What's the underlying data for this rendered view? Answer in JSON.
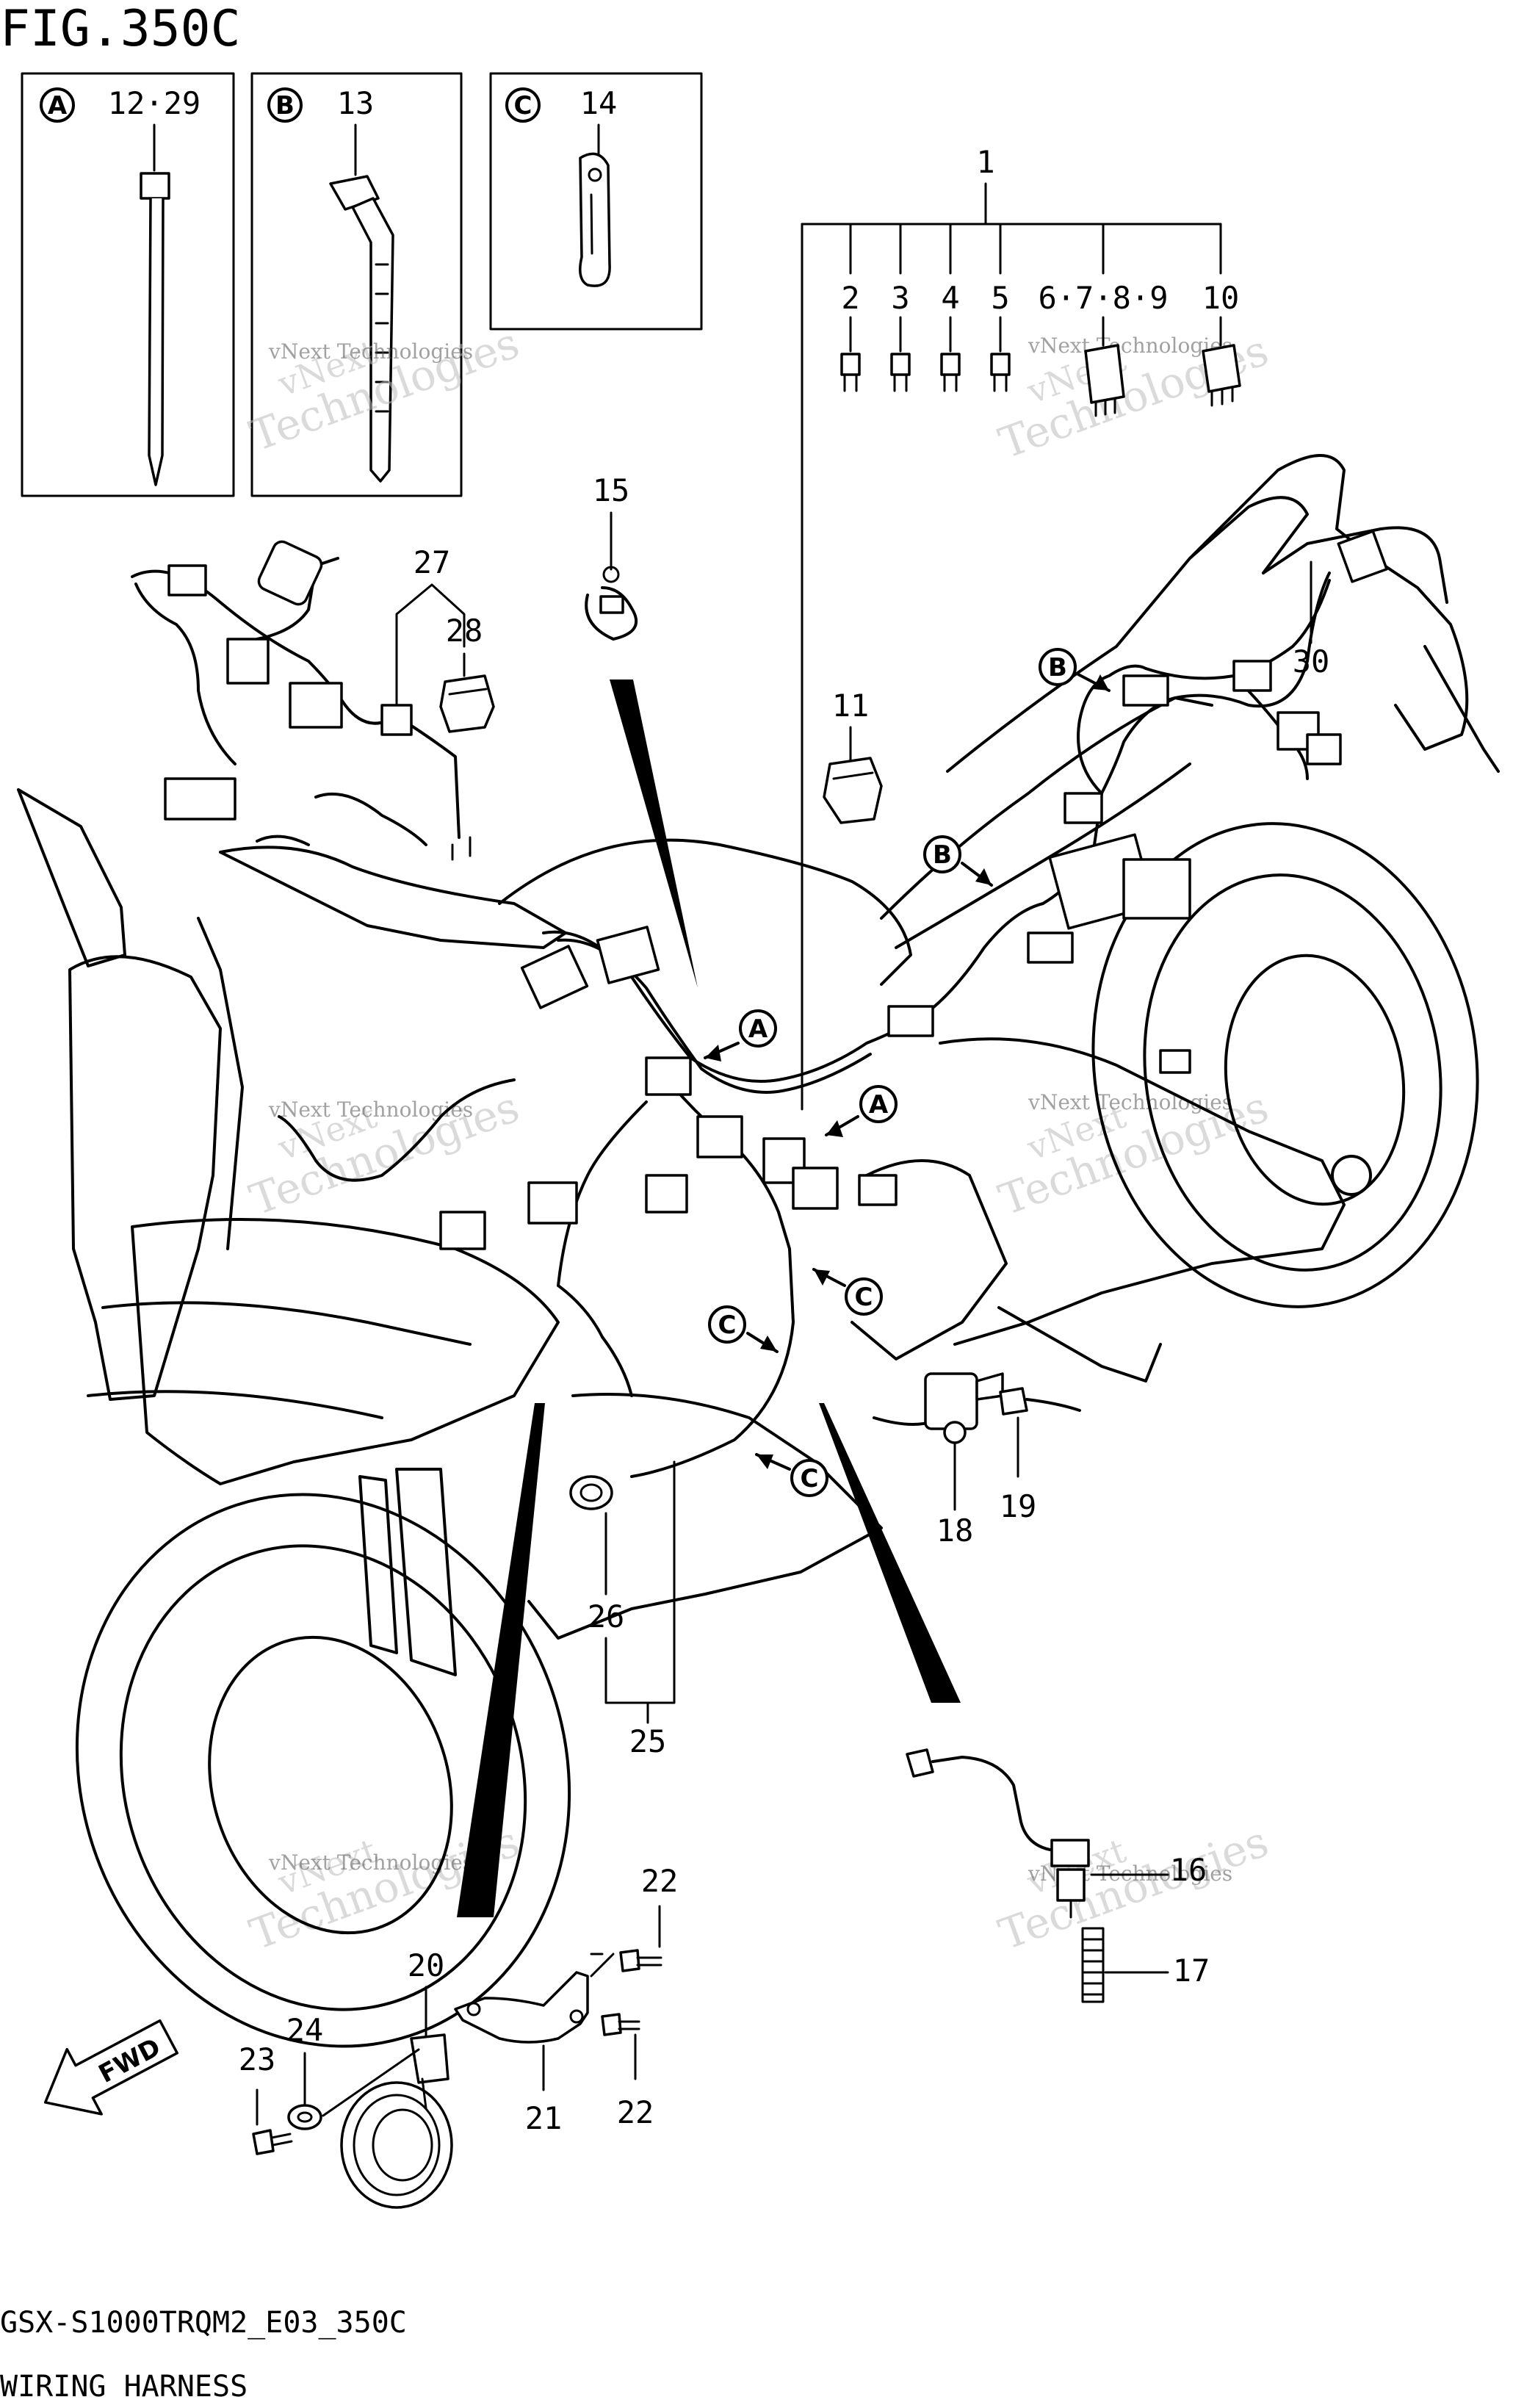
{
  "figure_title": "FIG.350C",
  "model_code": "GSX-S1000TRQM2_E03_350C",
  "section_name": "WIRING HARNESS",
  "insets": [
    {
      "letter": "A",
      "parts": "12·29"
    },
    {
      "letter": "B",
      "parts": "13"
    },
    {
      "letter": "C",
      "parts": "14"
    }
  ],
  "part_labels": {
    "p1": "1",
    "p2": "2",
    "p3": "3",
    "p4": "4",
    "p5": "5",
    "p6_9": "6·7·8·9",
    "p10": "10",
    "p11": "11",
    "p15": "15",
    "p16": "16",
    "p17": "17",
    "p18": "18",
    "p19": "19",
    "p20": "20",
    "p21": "21",
    "p22a": "22",
    "p22b": "22",
    "p23": "23",
    "p24": "24",
    "p25": "25",
    "p26": "26",
    "p27": "27",
    "p28": "28",
    "p30": "30"
  },
  "arrow_callouts": {
    "a1": "A",
    "a2": "A",
    "b1": "B",
    "b2": "B",
    "c1": "C",
    "c2": "C",
    "c3": "C"
  },
  "fwd_label": "FWD",
  "watermark": {
    "line1": "vNext",
    "line2": "Technologies",
    "small": "vNext Technologies"
  }
}
